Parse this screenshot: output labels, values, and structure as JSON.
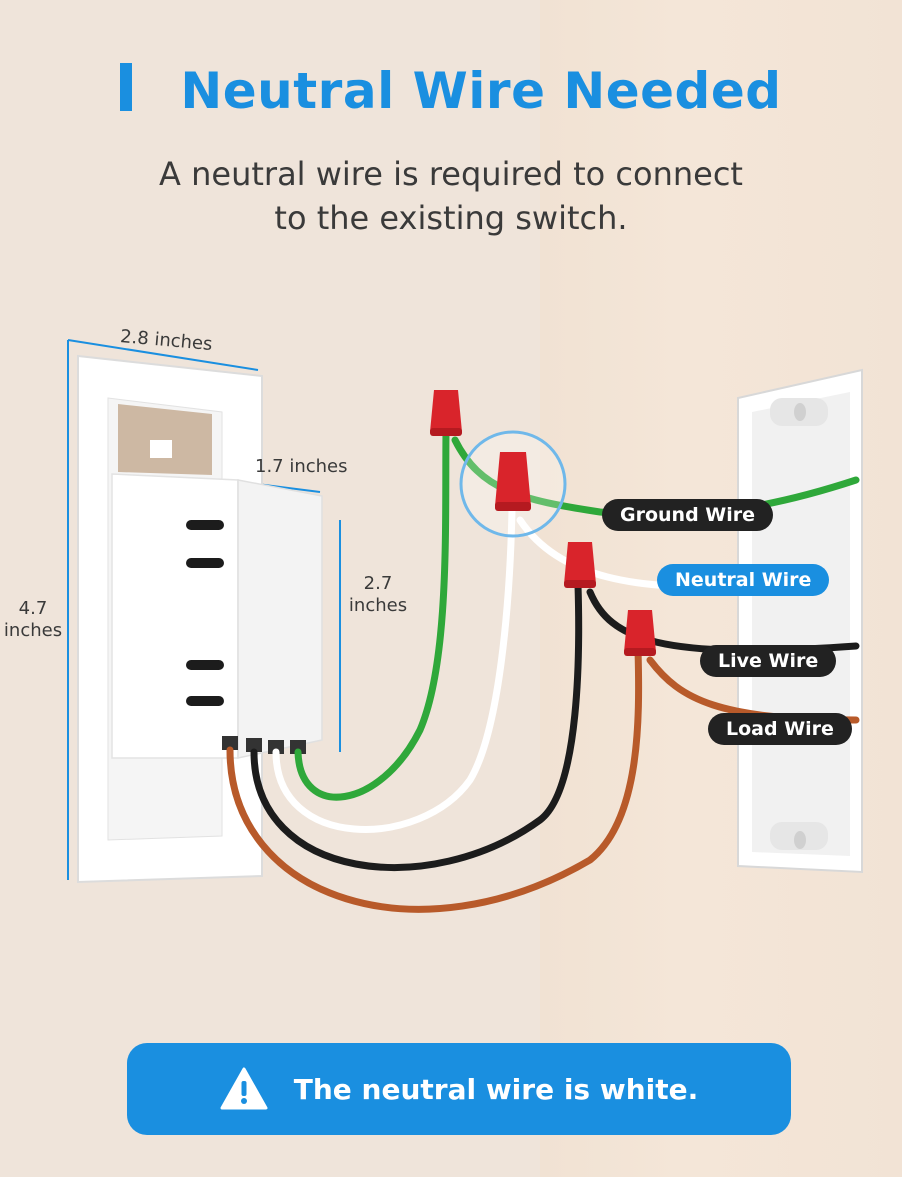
{
  "header": {
    "title": "Neutral Wire Needed",
    "subtitle_line1": "A neutral wire is required to connect",
    "subtitle_line2": "to the existing switch."
  },
  "dimensions": {
    "plate_width": "2.8 inches",
    "body_width": "1.7 inches",
    "body_depth_value": "2.7",
    "body_depth_unit": "inches",
    "plate_height_value": "4.7",
    "plate_height_unit": "inches"
  },
  "wire_labels": {
    "ground": "Ground Wire",
    "neutral": "Neutral Wire",
    "live": "Live Wire",
    "load": "Load Wire"
  },
  "banner": {
    "text": "The neutral wire is white.",
    "icon": "warning-icon"
  },
  "colors": {
    "accent": "#1a8fe0",
    "ground_wire": "#2fa83a",
    "neutral_wire": "#ffffff",
    "live_wire": "#1c1c1c",
    "load_wire": "#b85a2a",
    "wire_nut": "#d9242b"
  }
}
